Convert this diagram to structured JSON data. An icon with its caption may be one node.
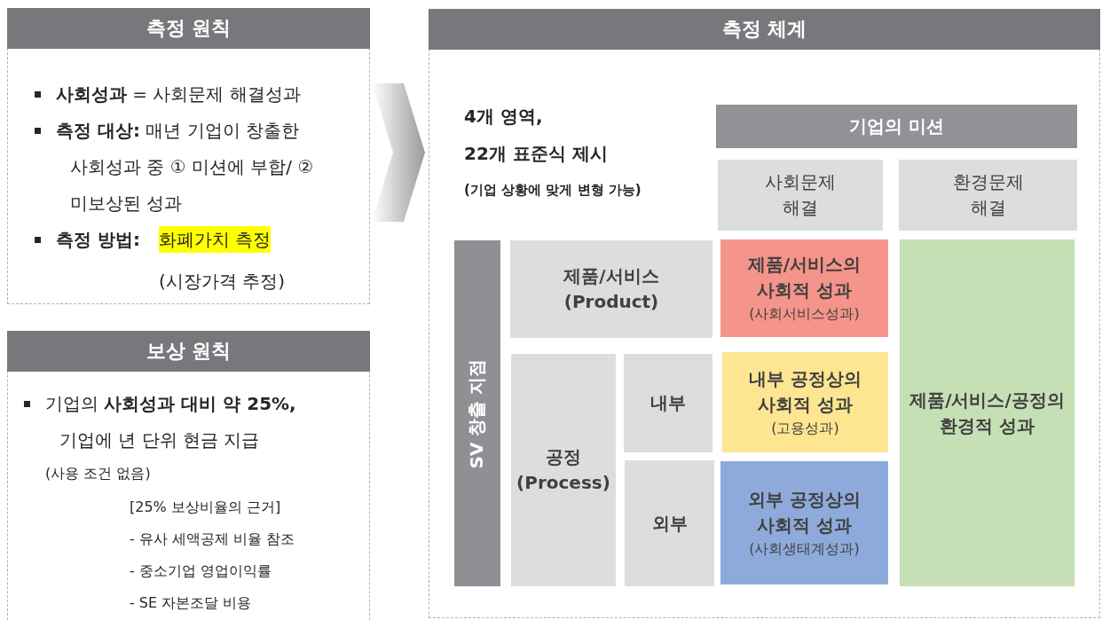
{
  "diagram": {
    "nodes": [
      {
        "text": [
          "측정 원칙",
          "**사회성과** = 사회문제 해결성과",
          "**측정 대상:** 매년 기업이 창출한 사회성과 중 ① 미션에 부합/ ② 미보상된 성과",
          "측정 방법:",
          "화폐가치 측정",
          "(시장가격 추정)"
        ]
      },
      {
        "text": [
          "보상 원칙",
          "기업의 **사회성과 대비 약 25%,** 기업에 년 단위 현금 지급",
          "(사용 조건 없음)",
          "[25% 보상비율의 근거]",
          "- 유사 세액공제 비율 참조",
          "- 중소기업 영업이익률",
          "- SE 자본조달 비용"
        ]
      },
      {
        "text": [
          "측정 체계",
          "4개 영역,",
          "22개 표준식 제시",
          "(기업 상황에 맞게 변형 가능)"
        ]
      },
      {
        "text": [
          "기업의 미션"
        ],
        "in": 2
      },
      {
        "text": [
          "사회문제 해결"
        ],
        "in": 2
      },
      {
        "text": [
          "환경문제 해결"
        ],
        "in": 2
      },
      {
        "text": [
          "SV 창출 지점"
        ],
        "in": 2
      },
      {
        "text": [
          "제품/서비스 (Product)"
        ],
        "in": 2
      },
      {
        "text": [
          "제품/서비스의 사회적 성과",
          "(사회서비스성과)"
        ],
        "in": 2
      },
      {
        "text": [
          "제품/서비스/공정의 환경적 성과"
        ],
        "in": 2
      },
      {
        "text": [
          "공정 (Process)"
        ],
        "in": 2
      },
      {
        "text": [
          "내부"
        ],
        "in": 2
      },
      {
        "text": [
          "내부 공정상의 사회적 성과",
          "(고용성과)"
        ],
        "in": 2
      },
      {
        "text": [
          "외부"
        ],
        "in": 2
      },
      {
        "text": [
          "외부 공정상의 사회적 성과",
          "(사회생태계성과)"
        ],
        "in": 2
      }
    ],
    "edges": [
      {
        "from": 0,
        "to": 2,
        "arrow": "to"
      }
    ]
  }
}
